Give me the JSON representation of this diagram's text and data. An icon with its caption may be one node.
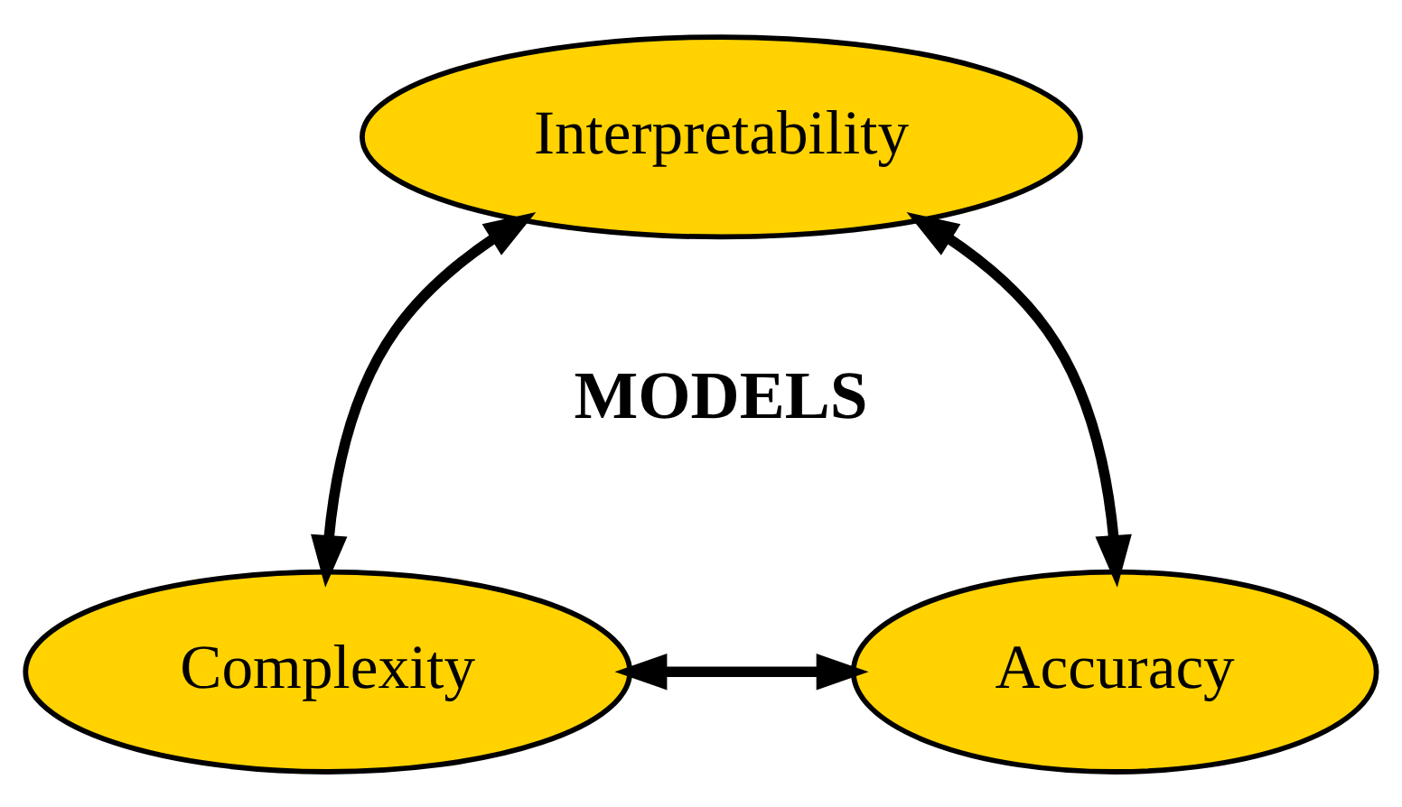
{
  "diagram": {
    "nodes": [
      {
        "text": [
          "Interpretability"
        ]
      },
      {
        "text": [
          "Complexity"
        ]
      },
      {
        "text": [
          "Accuracy"
        ]
      }
    ],
    "edges": [
      {
        "from": 0,
        "to": 1,
        "arrow": "both"
      },
      {
        "from": 0,
        "to": 2,
        "arrow": "both"
      },
      {
        "from": 1,
        "to": 2,
        "arrow": "both"
      }
    ],
    "labels": [
      "MODELS"
    ]
  }
}
